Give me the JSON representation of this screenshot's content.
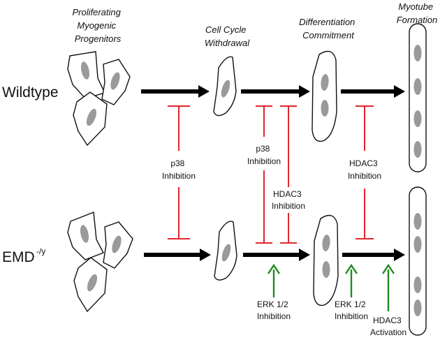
{
  "stages": [
    {
      "title": [
        "Proliferating",
        "Myogenic",
        "Progenitors"
      ]
    },
    {
      "title": [
        "Cell Cycle",
        "Withdrawal"
      ]
    },
    {
      "title": [
        "Differentiation",
        "Commitment"
      ]
    },
    {
      "title": [
        "Myotube",
        "Formation"
      ]
    }
  ],
  "rows": [
    {
      "label": "Wildtype",
      "superscript": ""
    },
    {
      "label": "EMD",
      "superscript": "-/y"
    }
  ],
  "annotations": {
    "p38_inhibition_1": [
      "p38",
      "Inhibition"
    ],
    "p38_inhibition_2": [
      "p38",
      "Inhibition"
    ],
    "hdac3_inhibition_1": [
      "HDAC3",
      "Inhibition"
    ],
    "hdac3_inhibition_2": [
      "HDAC3",
      "Inhibition"
    ],
    "erk_inhibition_1": [
      "ERK 1/2",
      "Inhibition"
    ],
    "erk_inhibition_2": [
      "ERK 1/2",
      "Inhibition"
    ],
    "hdac3_activation": [
      "HDAC3",
      "Activation"
    ]
  },
  "colors": {
    "inhibition": "#e0262d",
    "activation": "#1f8a1f",
    "flow_arrow": "#000000",
    "nucleus": "#9a9a9a"
  }
}
